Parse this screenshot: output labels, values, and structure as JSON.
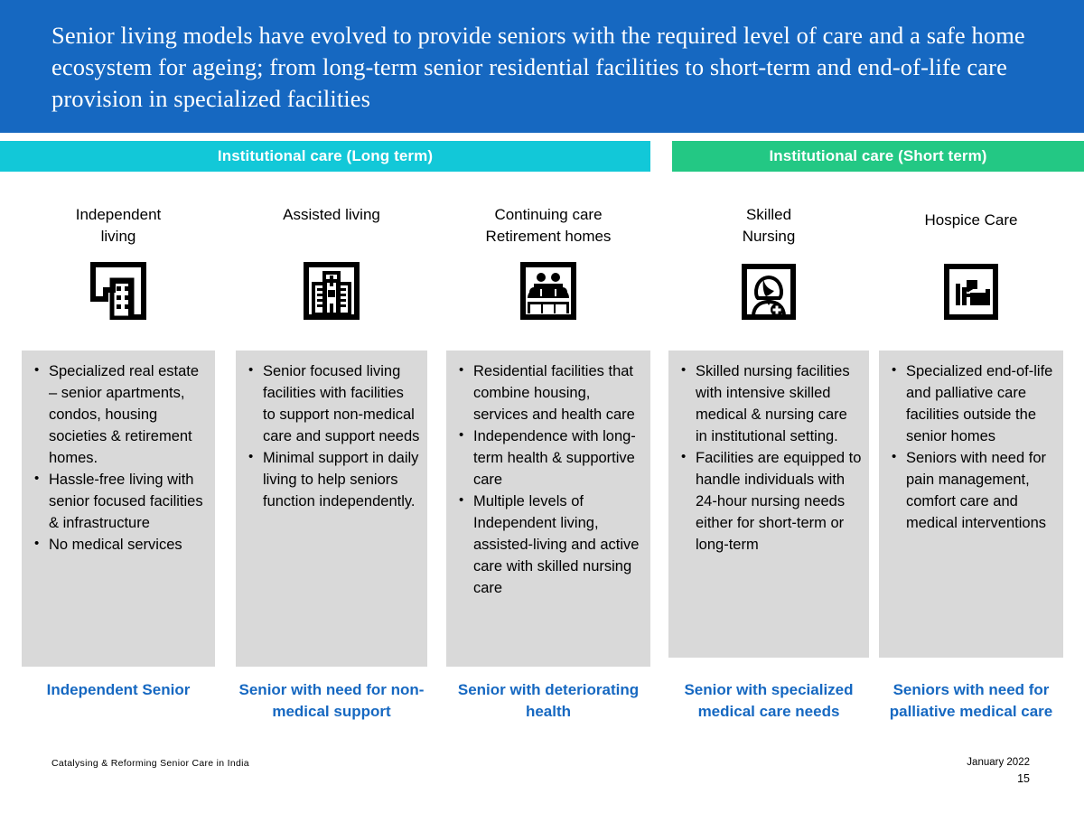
{
  "slide": {
    "title": "Senior living models have evolved to provide seniors with the required level of care and a safe home ecosystem for ageing; from long-term senior residential facilities to short-term and end-of-life care provision in specialized facilities",
    "title_bg_color": "#1668C1"
  },
  "sections": [
    {
      "label": "Institutional care (Long term)",
      "color": "#12C8D8"
    },
    {
      "label": "Institutional care (Short term)",
      "color": "#23C884"
    }
  ],
  "columns": [
    {
      "heading": "Independent\nliving",
      "icon": "apartment-building-icon",
      "bullets": [
        "Specialized real estate – senior apartments, condos, housing societies & retirement homes.",
        "Hassle-free living with senior focused facilities & infrastructure",
        "No medical services"
      ],
      "caption": "Independent Senior"
    },
    {
      "heading": "Assisted living",
      "icon": "hospital-building-icon",
      "bullets": [
        "Senior focused living facilities with facilities to support non-medical care and support needs",
        "Minimal support in daily living to help seniors function independently."
      ],
      "caption": "Senior with need for non-medical support"
    },
    {
      "heading": "Continuing care\nRetirement homes",
      "icon": "group-of-people-icon",
      "bullets": [
        "Residential facilities that combine housing, services and health care",
        "Independence with long-term health & supportive care",
        "Multiple levels of Independent living, assisted-living and active care with skilled nursing care"
      ],
      "caption": "Senior with deteriorating health"
    },
    {
      "heading": "Skilled\nNursing",
      "icon": "nurse-icon",
      "bullets": [
        "Skilled nursing facilities with intensive skilled medical & nursing care in institutional setting.",
        "Facilities are equipped to handle individuals with 24-hour nursing needs either for short-term or long-term"
      ],
      "caption": "Senior with specialized medical care needs"
    },
    {
      "heading": "Hospice Care",
      "icon": "hospital-bed-icon",
      "bullets": [
        "Specialized end-of-life and palliative care facilities outside the senior homes",
        "Seniors with need for pain management, comfort care and medical interventions"
      ],
      "caption": "Seniors with need for palliative medical care"
    }
  ],
  "footer": {
    "source": "Catalysing & Reforming Senior Care in India",
    "date": "January 2022",
    "page_number": "15"
  },
  "colors": {
    "accent_blue": "#1668C1",
    "box_gray": "#D9D9D9",
    "cyan": "#12C8D8",
    "green": "#23C884"
  }
}
